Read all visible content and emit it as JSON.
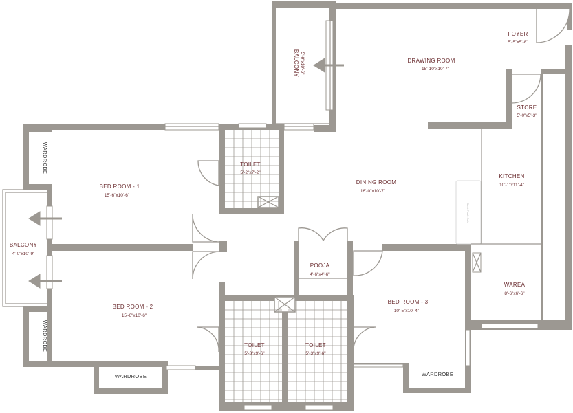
{
  "rooms": {
    "foyer": {
      "name": "FOYER",
      "dim": "5'-5\"x5'-8\""
    },
    "drawing_room": {
      "name": "DRAWING ROOM",
      "dim": "15'-10\"x10'-7\""
    },
    "balcony_top": {
      "name": "BALCONY",
      "dim": "5'-0\"x10'-6\""
    },
    "store": {
      "name": "STORE",
      "dim": "5'-0\"x5'-3\""
    },
    "kitchen": {
      "name": "KITCHEN",
      "dim": "10'-1\"x11'-4\""
    },
    "dining_room": {
      "name": "DINING ROOM",
      "dim": "16'-0\"x10'-7\""
    },
    "toilet_1": {
      "name": "TOILET",
      "dim": "5'-2\"x7'-2\""
    },
    "bedroom_1": {
      "name": "BED ROOM - 1",
      "dim": "15'-6\"x10'-6\""
    },
    "balcony_left": {
      "name": "BALCONY",
      "dim": "4'-0\"x10'-9\""
    },
    "bedroom_2": {
      "name": "BED ROOM - 2",
      "dim": "15'-6\"x10'-6\""
    },
    "pooja": {
      "name": "POOJA",
      "dim": "4'-6\"x4'-6\""
    },
    "toilet_2": {
      "name": "TOILET",
      "dim": "5'-3\"x9'-6\""
    },
    "toilet_3": {
      "name": "TOILET",
      "dim": "5'-3\"x9'-6\""
    },
    "bedroom_3": {
      "name": "BED ROOM - 3",
      "dim": "10'-5\"x10'-4\""
    },
    "warea": {
      "name": "WAREA",
      "dim": "8'-6\"x6'-6\""
    }
  },
  "wardrobes": {
    "bedroom_1": "WARDROBE",
    "bedroom_2_side": "WARDROBE",
    "bedroom_2_bottom": "WARDROBE",
    "bedroom_3": "WARDROBE"
  },
  "kitchen_counter_label": "Book Flush Safe",
  "colors": {
    "wall": "#9c9892",
    "label": "#6a2c2f"
  }
}
